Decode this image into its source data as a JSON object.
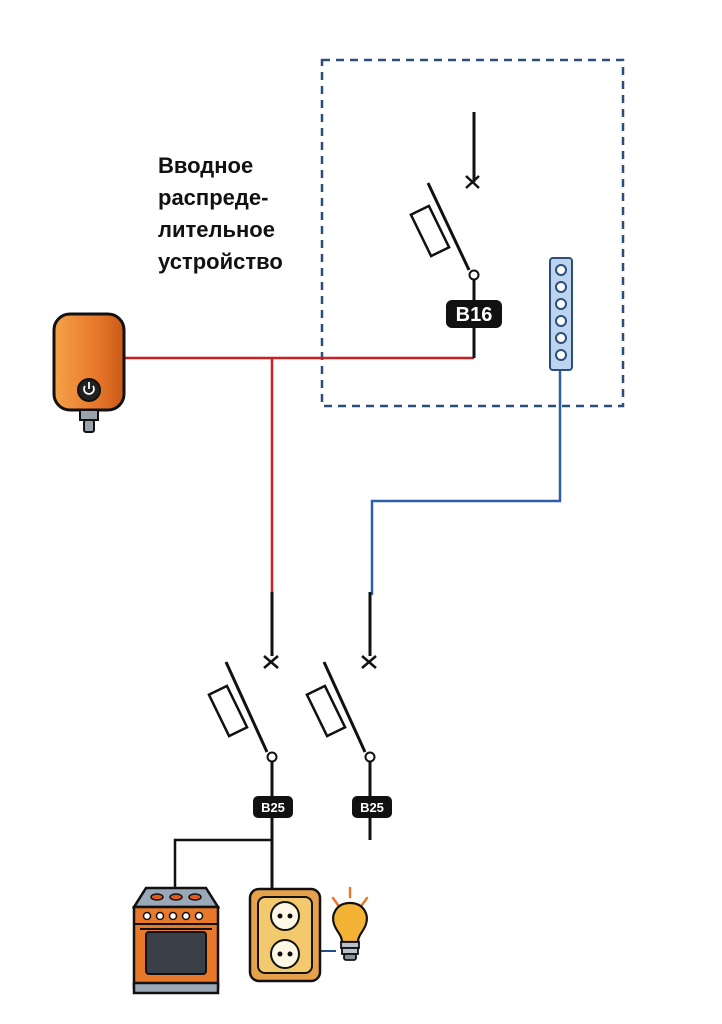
{
  "panel": {
    "title_lines": [
      "Вводное",
      "распреде-",
      "лительное",
      "устройство"
    ]
  },
  "breakers": {
    "main": "B16",
    "left": "B25",
    "right": "B25"
  },
  "icons": {
    "heater": "water-heater-icon",
    "stove": "electric-stove-icon",
    "socket": "double-socket-icon",
    "bulb": "light-bulb-icon"
  },
  "colors": {
    "phase": "#cc1f24",
    "neutral": "#2e5fa8",
    "panel_border": "#2c4f7a",
    "wire": "#111111",
    "heater": "#e8782a",
    "busbar": "#bcd4f0"
  }
}
